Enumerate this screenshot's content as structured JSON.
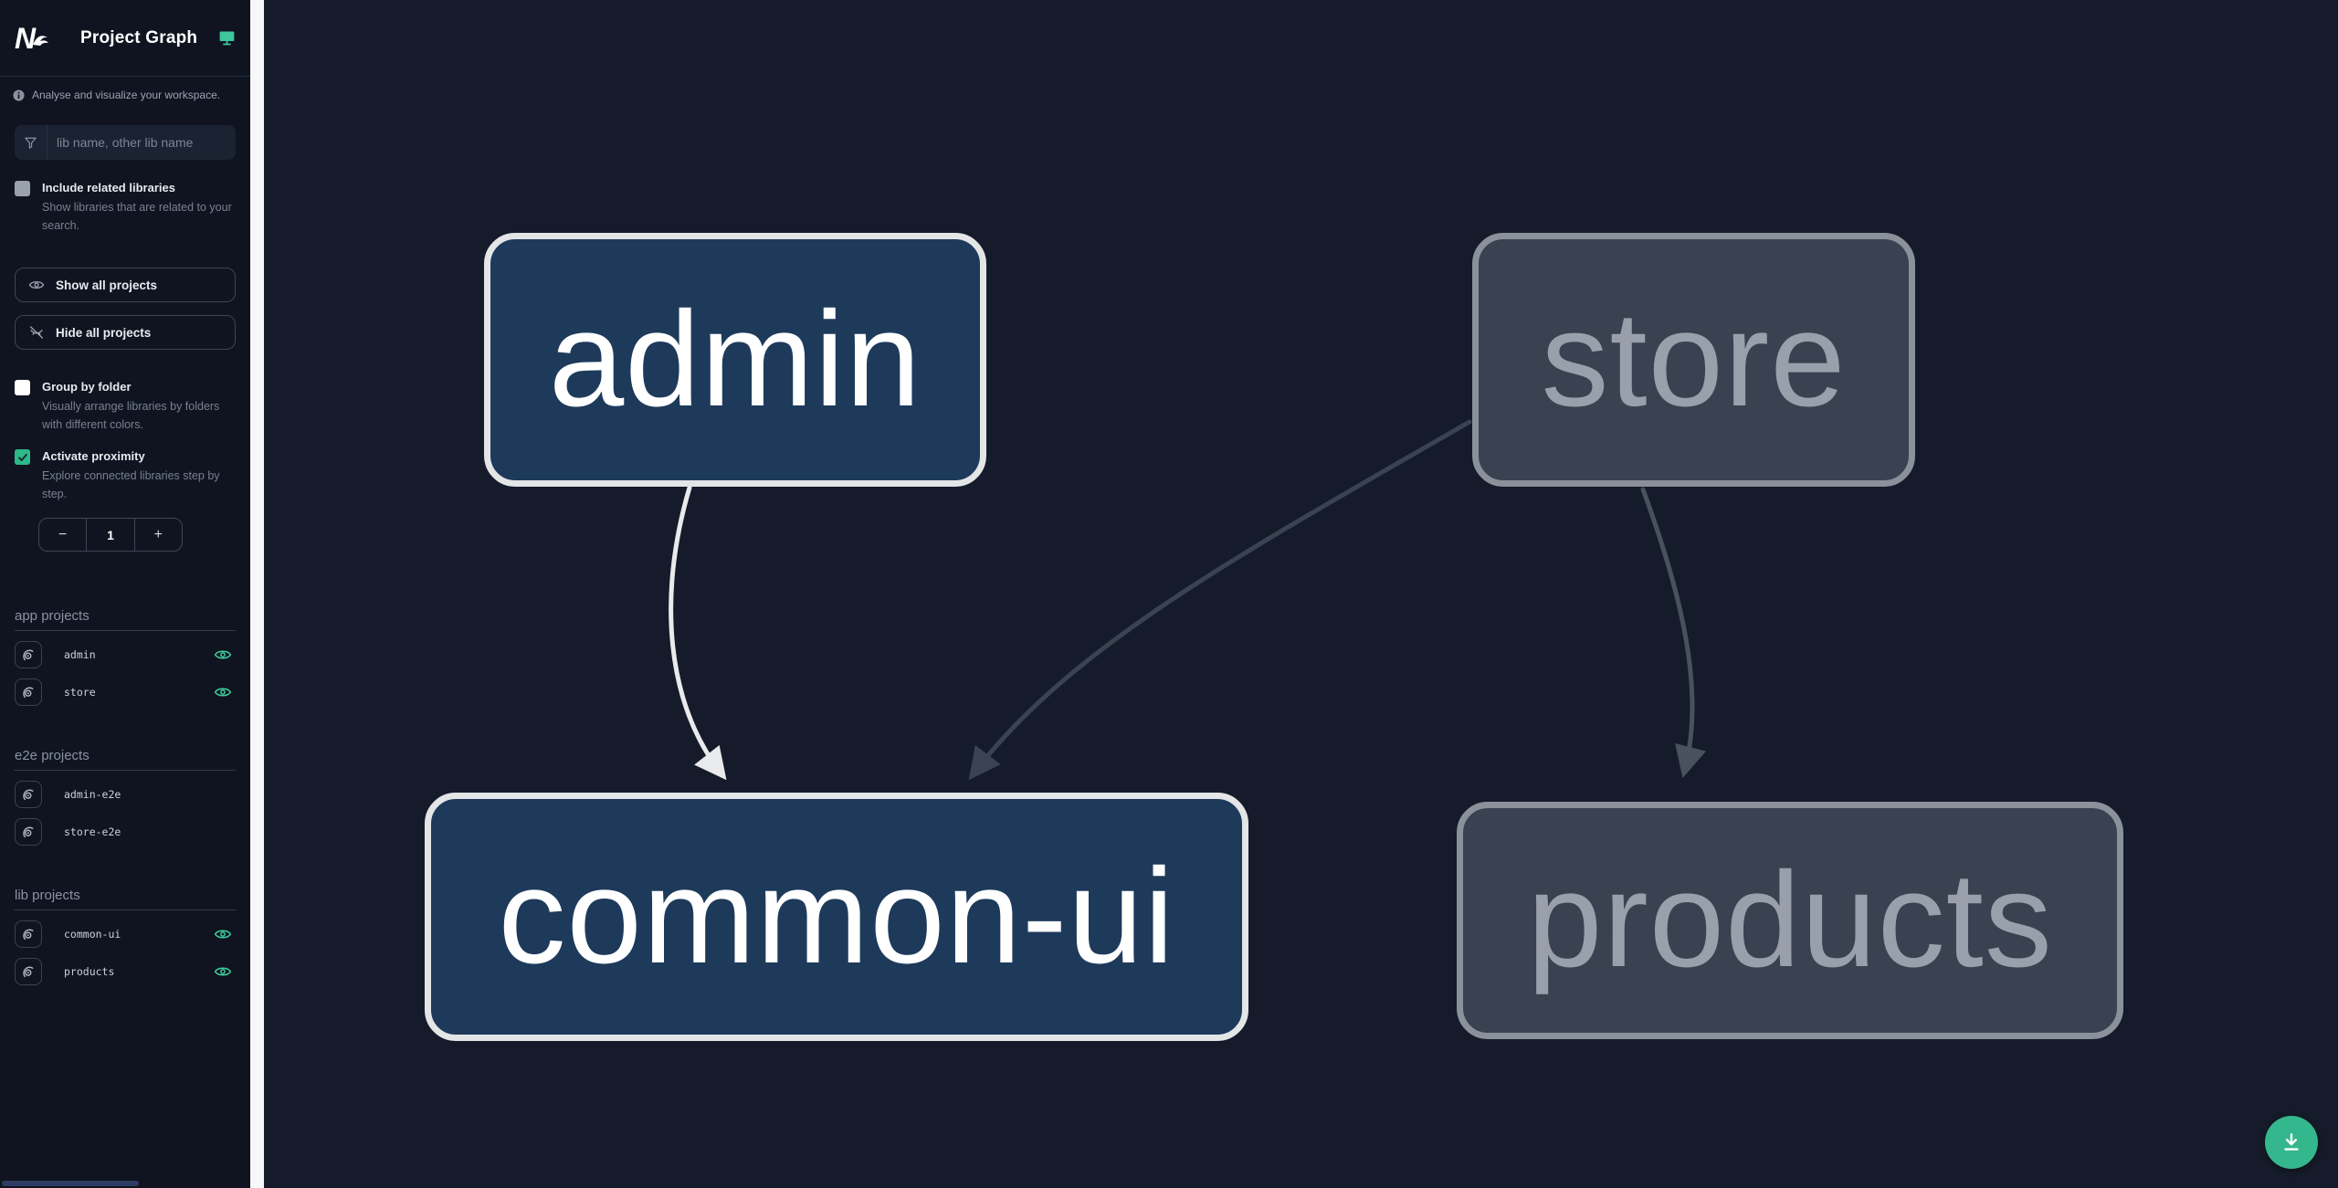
{
  "header": {
    "title": "Project Graph"
  },
  "sidebar": {
    "tagline": "Analyse and visualize your workspace.",
    "filter": {
      "placeholder": "lib name, other lib name"
    },
    "options": [
      {
        "label": "Include related libraries",
        "description": "Show libraries that are related to your search.",
        "checked": false
      },
      {
        "label": "Group by folder",
        "description": "Visually arrange libraries by folders with different colors.",
        "checked": false
      },
      {
        "label": "Activate proximity",
        "description": "Explore connected libraries step by step.",
        "checked": true
      }
    ],
    "buttons": {
      "show_all": "Show all projects",
      "hide_all": "Hide all projects"
    },
    "proximity_stepper": {
      "decrement": "−",
      "value": "1",
      "increment": "+"
    },
    "sections": [
      {
        "title": "app projects",
        "items": [
          {
            "label": "admin",
            "visible": true
          },
          {
            "label": "store",
            "visible": true
          }
        ]
      },
      {
        "title": "e2e projects",
        "items": [
          {
            "label": "admin-e2e",
            "visible": false
          },
          {
            "label": "store-e2e",
            "visible": false
          }
        ]
      },
      {
        "title": "lib projects",
        "items": [
          {
            "label": "common-ui",
            "visible": true
          },
          {
            "label": "products",
            "visible": true
          }
        ]
      }
    ]
  },
  "graph": {
    "nodes": [
      {
        "id": "admin",
        "label": "admin",
        "state": "highlighted"
      },
      {
        "id": "store",
        "label": "store",
        "state": "faded"
      },
      {
        "id": "common-ui",
        "label": "common-ui",
        "state": "highlighted"
      },
      {
        "id": "products",
        "label": "products",
        "state": "faded"
      }
    ],
    "edges": [
      {
        "source": "admin",
        "target": "common-ui",
        "state": "highlighted"
      },
      {
        "source": "store",
        "target": "common-ui",
        "state": "faded"
      },
      {
        "source": "store",
        "target": "products",
        "state": "faded"
      }
    ]
  },
  "icons": {
    "logo": "nx-logo",
    "header_right": "monitor-icon",
    "tagline": "info-icon",
    "filter": "funnel-icon",
    "show_all": "eye-icon",
    "hide_all": "eye-off-icon",
    "project_row_left": "focus-project-icon",
    "project_row_right": "eye-icon",
    "fab": "download-icon"
  },
  "colors": {
    "accent_green": "#3ec79c",
    "checkbox_green": "#2eb88a",
    "fab_green": "#35b78d",
    "node_blue": "#1e3a5b",
    "node_blue_border": "#e4e5e7",
    "node_gray": "#3a4150",
    "node_gray_border": "#8b919b",
    "edge_white": "#e8eaec",
    "edge_gray_dark": "#3b4352",
    "edge_gray_light": "#49515f",
    "sidebar_bg": "#0f1420",
    "canvas_bg": "#151b2a",
    "divider": "#f7f8f9"
  }
}
